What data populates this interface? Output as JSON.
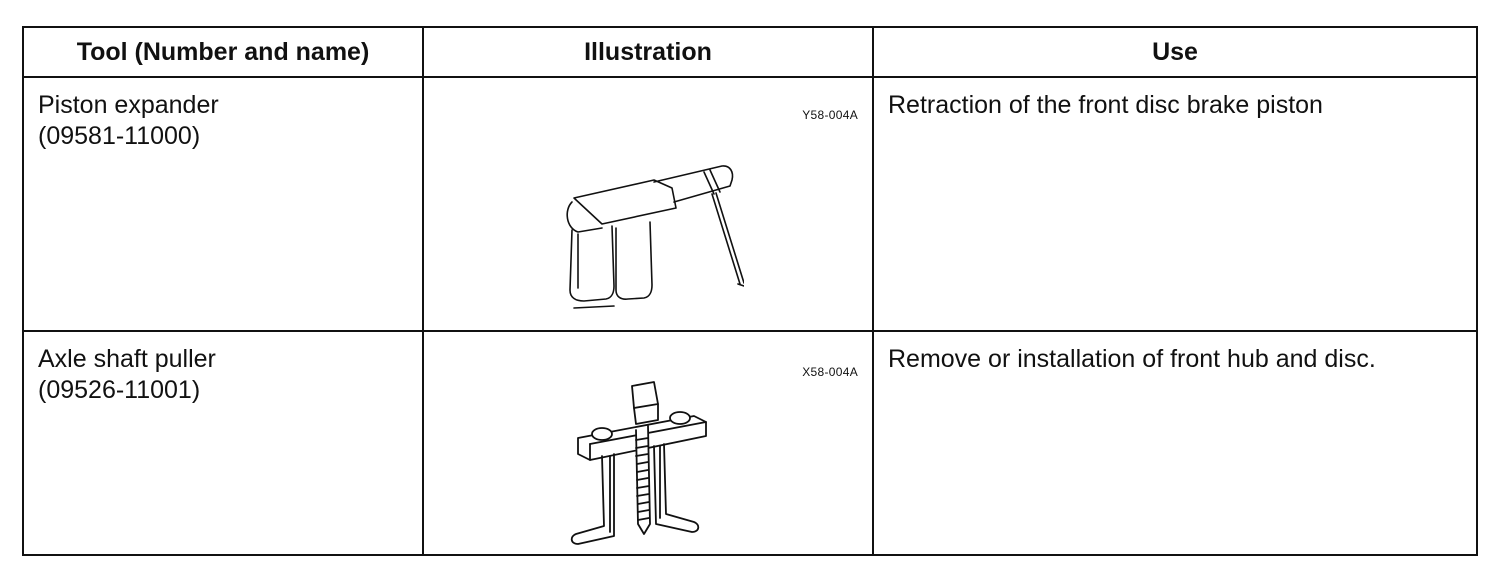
{
  "table": {
    "headers": {
      "tool": "Tool (Number and name)",
      "illustration": "Illustration",
      "use": "Use"
    },
    "rows": [
      {
        "name": "Piston expander",
        "number": "(09581-11000)",
        "figure_code": "Y58-004A",
        "illustration_icon": "piston-expander-icon",
        "use": "Retraction of the front disc brake piston"
      },
      {
        "name": "Axle shaft puller",
        "number": "(09526-11001)",
        "figure_code": "X58-004A",
        "illustration_icon": "axle-shaft-puller-icon",
        "use": "Remove or installation of front hub and disc."
      }
    ]
  }
}
